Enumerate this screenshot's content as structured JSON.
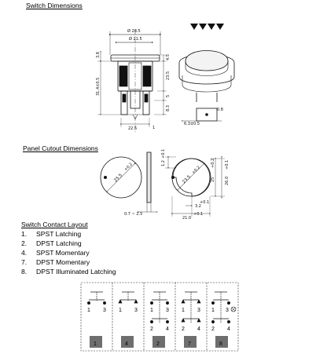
{
  "headings": {
    "switch_dimensions": "Switch Dimensions",
    "panel_cutout": "Panel Cutout Dimensions",
    "contact_layout": "Switch Contact Layout"
  },
  "contact_types": [
    {
      "num": "1.",
      "label": "SPST Latching"
    },
    {
      "num": "2.",
      "label": "DPST Latching"
    },
    {
      "num": "4.",
      "label": "SPST Momentary"
    },
    {
      "num": "7.",
      "label": "DPST Momentary"
    },
    {
      "num": "8.",
      "label": "DPST Illuminated Latching"
    }
  ],
  "switch_dims": {
    "top_width": "Ø 28.5",
    "top_inner": "Ø 21.5",
    "left_side": "3.8",
    "left_total": "31.4±0.5",
    "right_top": "4.5",
    "right_mid": "23.5",
    "right_a": "5",
    "right_b": "8.3",
    "bottom_w": "22.5",
    "bottom_s": "1",
    "terminal_w": "6.3±0.5",
    "terminal_t": "0.8"
  },
  "cutout_dims": {
    "dia1": "25.5",
    "dia1_tol": "+0.2",
    "dia2": "23.5",
    "dia2_tol": "+0.2",
    "right_v1": "25",
    "right_v1_tol": "+0.2",
    "right_v2": "26.0",
    "right_v2_tol": "+0.1",
    "key": "1.2",
    "key_tol": "+0.1",
    "panel": "0.7 ~ 2.5",
    "bottom1": "3.2",
    "bottom1_tol": "+0.1",
    "bottom2": "21.0",
    "bottom2_tol": "+0.1"
  },
  "contact_diagrams": [
    {
      "top_pins": [
        "1",
        "3"
      ],
      "bottom_pins": [],
      "number": "1"
    },
    {
      "top_pins": [
        "1",
        "3"
      ],
      "bottom_pins": [],
      "number": "4"
    },
    {
      "top_pins": [
        "1",
        "3"
      ],
      "bottom_pins": [
        "2",
        "4"
      ],
      "number": "2"
    },
    {
      "top_pins": [
        "1",
        "3"
      ],
      "bottom_pins": [
        "2",
        "4"
      ],
      "number": "7"
    },
    {
      "top_pins": [
        "1",
        "3"
      ],
      "bottom_pins": [
        "2",
        "4"
      ],
      "number": "8"
    }
  ]
}
